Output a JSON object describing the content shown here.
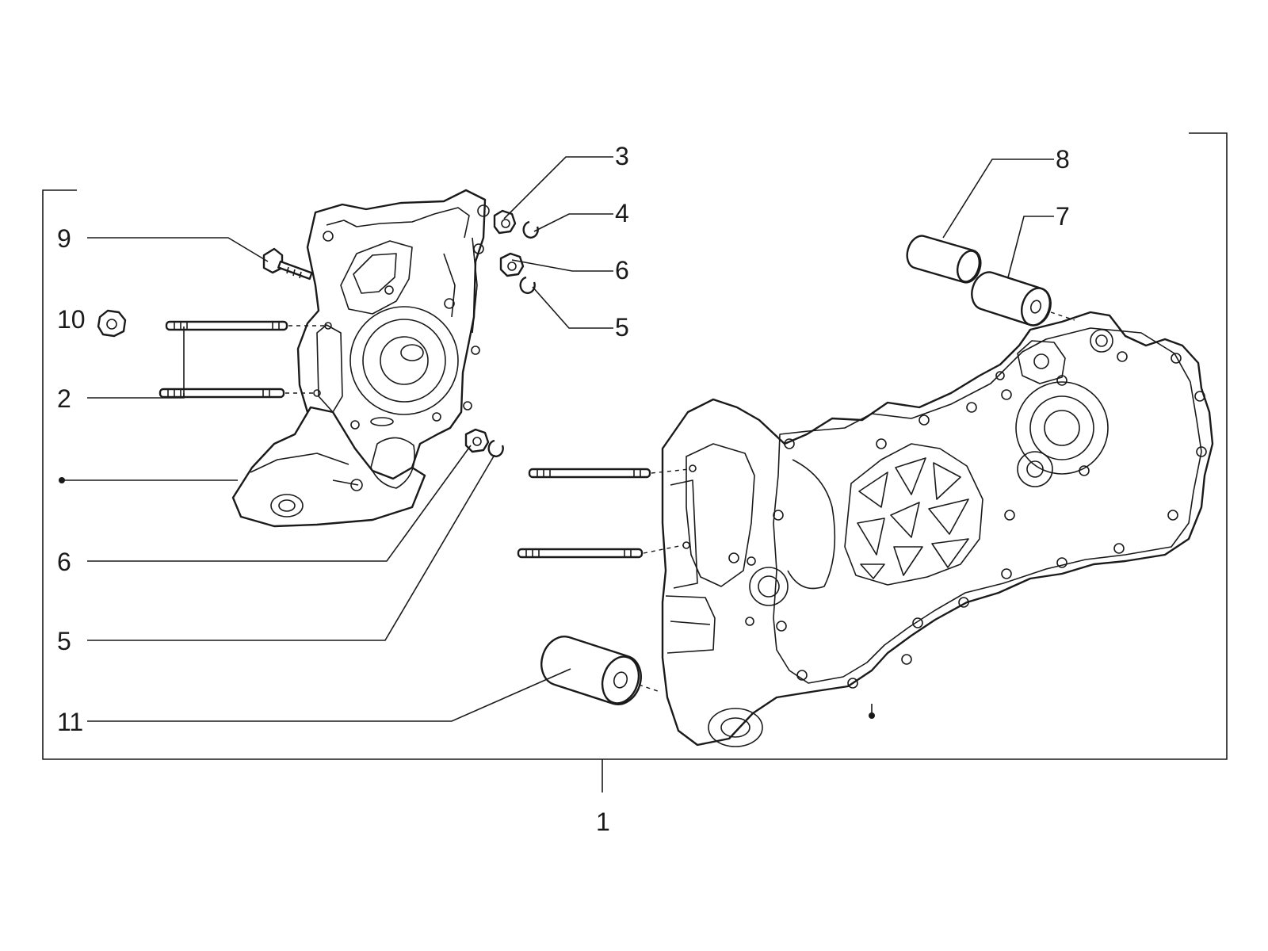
{
  "diagram": {
    "callouts": {
      "c1": "1",
      "c2": "2",
      "c3": "3",
      "c4": "4",
      "c5_top": "5",
      "c5_bottom": "5",
      "c6_top": "6",
      "c6_bottom": "6",
      "c7": "7",
      "c8": "8",
      "c9": "9",
      "c10": "10",
      "c11": "11"
    }
  }
}
